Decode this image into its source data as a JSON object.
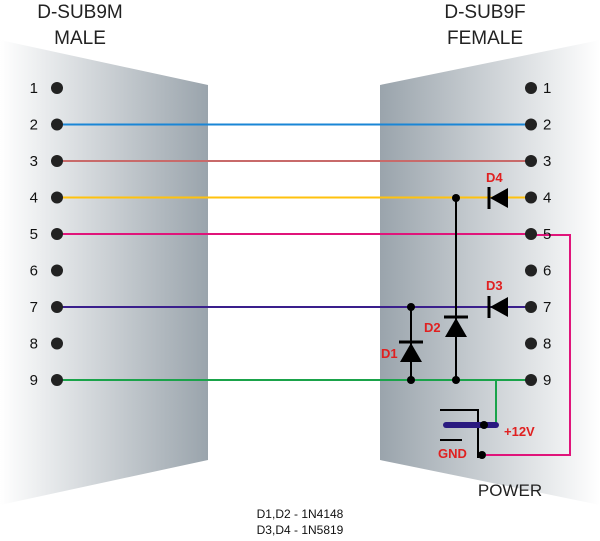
{
  "connectors": {
    "male": {
      "title": "D-SUB9M",
      "subtitle": "MALE"
    },
    "female": {
      "title": "D-SUB9F",
      "subtitle": "FEMALE"
    }
  },
  "pins": [
    "1",
    "2",
    "3",
    "4",
    "5",
    "6",
    "7",
    "8",
    "9"
  ],
  "wires": [
    {
      "from_pin": "2",
      "to_pin": "2",
      "color": "#1a86d6"
    },
    {
      "from_pin": "3",
      "to_pin": "3",
      "color": "#c86a6a"
    },
    {
      "from_pin": "4",
      "to_pin": "4",
      "color": "#ffc20e"
    },
    {
      "from_pin": "5",
      "to_pin": "5",
      "color": "#e0147a"
    },
    {
      "from_pin": "7",
      "to_pin": "7",
      "color": "#3a1f8c"
    },
    {
      "from_pin": "9",
      "to_pin": "9",
      "color": "#1aa34a"
    }
  ],
  "diodes": {
    "d1": "D1",
    "d2": "D2",
    "d3": "D3",
    "d4": "D4"
  },
  "power": {
    "label": "POWER",
    "plus": "+12V",
    "gnd": "GND"
  },
  "notes": {
    "line1": "D1,D2 - 1N4148",
    "line2": "D3,D4 - 1N5819"
  },
  "colors": {
    "diode_label": "#e02020",
    "connector_dark": "#9aa4ac",
    "connector_light": "#ffffff"
  }
}
